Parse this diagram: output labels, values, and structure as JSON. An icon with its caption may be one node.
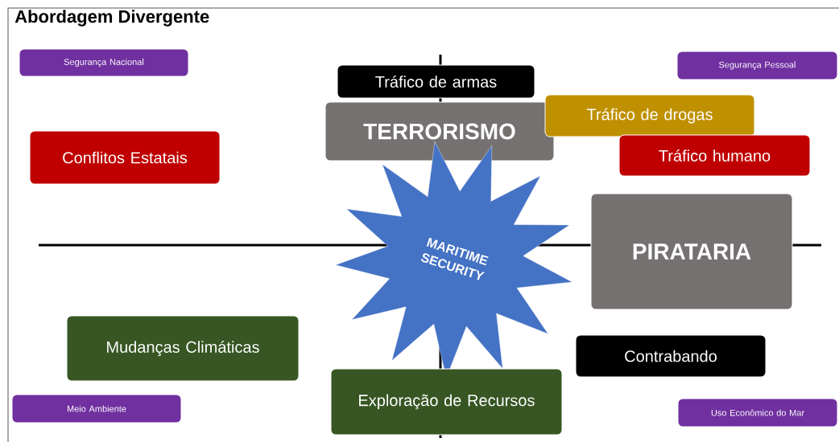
{
  "diagram": {
    "title": "Abordagem Divergente",
    "nodes": [
      {
        "text": [
          "Segurança Nacional"
        ]
      },
      {
        "text": [
          "Tráfico de armas"
        ]
      },
      {
        "text": [
          "Segurança Pessoal"
        ]
      },
      {
        "text": [
          "TERRORISMO"
        ]
      },
      {
        "text": [
          "Tráfico de drogas"
        ]
      },
      {
        "text": [
          "Conflitos Estatais"
        ]
      },
      {
        "text": [
          "Tráfico humano"
        ]
      },
      {
        "text": [
          "MARITIME SECURITY"
        ]
      },
      {
        "text": [
          "PIRATARIA"
        ]
      },
      {
        "text": [
          "Mudanças Climáticas"
        ]
      },
      {
        "text": [
          "Contrabando"
        ]
      },
      {
        "text": [
          "Exploração de Recursos"
        ]
      },
      {
        "text": [
          "Meio Ambiente"
        ]
      },
      {
        "text": [
          "Uso Econômico do Mar"
        ]
      }
    ]
  }
}
